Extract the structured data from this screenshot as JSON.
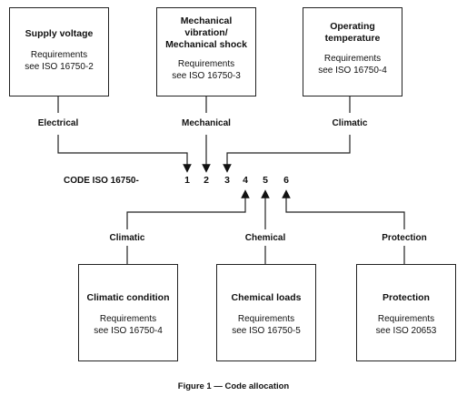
{
  "top_boxes": [
    {
      "title": "Supply voltage",
      "req_line1": "Requirements",
      "req_line2": "see  ISO 16750-2"
    },
    {
      "title": "Mechanical vibration/ Mechanical shock",
      "req_line1": "Requirements",
      "req_line2": "see  ISO 16750-3"
    },
    {
      "title": "Operating temperature",
      "req_line1": "Requirements",
      "req_line2": "see  ISO 16750-4"
    }
  ],
  "top_labels": [
    "Electrical",
    "Mechanical",
    "Climatic"
  ],
  "code": {
    "label": "CODE ISO 16750-",
    "digits": [
      "1",
      "2",
      "3",
      "4",
      "5",
      "6"
    ]
  },
  "bottom_labels": [
    "Climatic",
    "Chemical",
    "Protection"
  ],
  "bottom_boxes": [
    {
      "title": "Climatic condition",
      "req_line1": "Requirements",
      "req_line2": "see  ISO 16750-4"
    },
    {
      "title": "Chemical loads",
      "req_line1": "Requirements",
      "req_line2": "see  ISO 16750-5"
    },
    {
      "title": "Protection",
      "req_line1": "Requirements",
      "req_line2": "see  ISO 20653"
    }
  ],
  "caption": "Figure 1 — Code allocation"
}
